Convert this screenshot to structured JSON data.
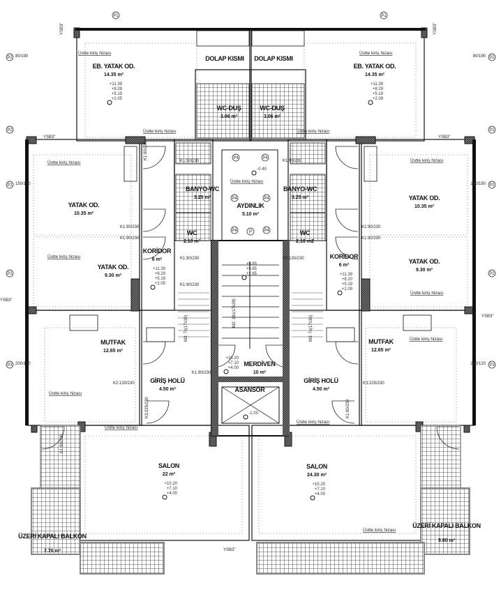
{
  "plan": {
    "beam_note": "Üstte kiriş hizası",
    "rooms": [
      {
        "name": "EB. YATAK OD.",
        "area": "14.35 m²",
        "elev": [
          "+11.39",
          "+8.29",
          "+5.19",
          "+2.05"
        ]
      },
      {
        "name": "DOLAP KISMI",
        "area": "",
        "elev": []
      },
      {
        "name": "WC-DUŞ",
        "area": "3.06 m²",
        "elev": []
      },
      {
        "name": "BANYO-WC",
        "area": "3.25 m²",
        "elev": []
      },
      {
        "name": "WC",
        "area": "2.10 m²",
        "elev": []
      },
      {
        "name": "YATAK OD.",
        "area": "10.35 m²",
        "elev": []
      },
      {
        "name": "YATAK OD.",
        "area": "9.30 m²",
        "elev": []
      },
      {
        "name": "KORİDOR",
        "area": "6 m²",
        "elev": [
          "+11.39",
          "+8.29",
          "+5.19",
          "+2.05"
        ]
      },
      {
        "name": "MUTFAK",
        "area": "12.65 m²",
        "elev": []
      },
      {
        "name": "GİRİŞ HOLÜ",
        "area": "4.50 m²",
        "elev": []
      },
      {
        "name": "SALON",
        "area": "22 m²",
        "elev": [
          "+10.20",
          "+7.10",
          "+4.00"
        ]
      },
      {
        "name": "ÜZERİ KAPALI BALKON",
        "area": "7.70 m²",
        "elev": []
      },
      {
        "name": "EB. YATAK OD.",
        "area": "14.35 m²",
        "elev": [
          "+11.39",
          "+8.29",
          "+5.19",
          "+2.09"
        ]
      },
      {
        "name": "DOLAP KISMI",
        "area": "",
        "elev": []
      },
      {
        "name": "WC-DUŞ",
        "area": "3.06 m²",
        "elev": []
      },
      {
        "name": "BANYO-WC",
        "area": "3.25 m²",
        "elev": []
      },
      {
        "name": "WC",
        "area": "2.10 m2",
        "elev": []
      },
      {
        "name": "YATAK OD.",
        "area": "10.35 m²",
        "elev": []
      },
      {
        "name": "YATAK OD.",
        "area": "9.30 m²",
        "elev": []
      },
      {
        "name": "KORİDOR",
        "area": "6 m²",
        "elev": [
          "+11.39",
          "+8.20",
          "+5.19",
          "+2.09"
        ]
      },
      {
        "name": "MUTFAK",
        "area": "12.65 m²",
        "elev": []
      },
      {
        "name": "GİRİŞ HOLÜ",
        "area": "4.50 m²",
        "elev": []
      },
      {
        "name": "SALON",
        "area": "24.30 m²",
        "elev": [
          "+10.20",
          "+7.10",
          "+4.00"
        ]
      },
      {
        "name": "ÜZERİ KAPALI BALKON",
        "area": "9.80 m²",
        "elev": []
      },
      {
        "name": "AYDINLIK",
        "area": "5.10 m²",
        "elev": [
          "-0.40"
        ]
      },
      {
        "name": "MERDİVEN",
        "area": "10 m²",
        "elev": [
          "+10.20",
          "+7.10",
          "+4.00"
        ]
      },
      {
        "name": "ASANSÖR",
        "area": "",
        "elev": [
          "-1.00"
        ]
      },
      {
        "name": "",
        "area": "",
        "elev": [
          "+8.65",
          "+5.65",
          "+2.65"
        ]
      }
    ],
    "doors": [
      "K1:90/230",
      "K1:90/230",
      "K1:90/230",
      "K1:90/230",
      "K1:90/230",
      "K1:90/230",
      "K2:130/230",
      "K1:90/230",
      "K1:90/230",
      "K1:90/230",
      "K1:90/230",
      "K2:130/230",
      "K3:225/230",
      "K3:225/230",
      "K1:90/230",
      "K1:90/230"
    ],
    "windows": [
      "P1",
      "P1",
      "P2",
      "P2",
      "P2",
      "P2",
      "P2",
      "P2",
      "P2",
      "P2",
      "P3",
      "P3",
      "P4",
      "P4",
      "P4",
      "P4",
      "P4",
      "P4",
      "P"
    ],
    "window_sizes": [
      "80/190",
      "150/190",
      "200/120"
    ],
    "ysb": "YSB3\"",
    "stairs": [
      "M2: 18x(17x28)",
      "M3: 7x(17x30)"
    ]
  }
}
